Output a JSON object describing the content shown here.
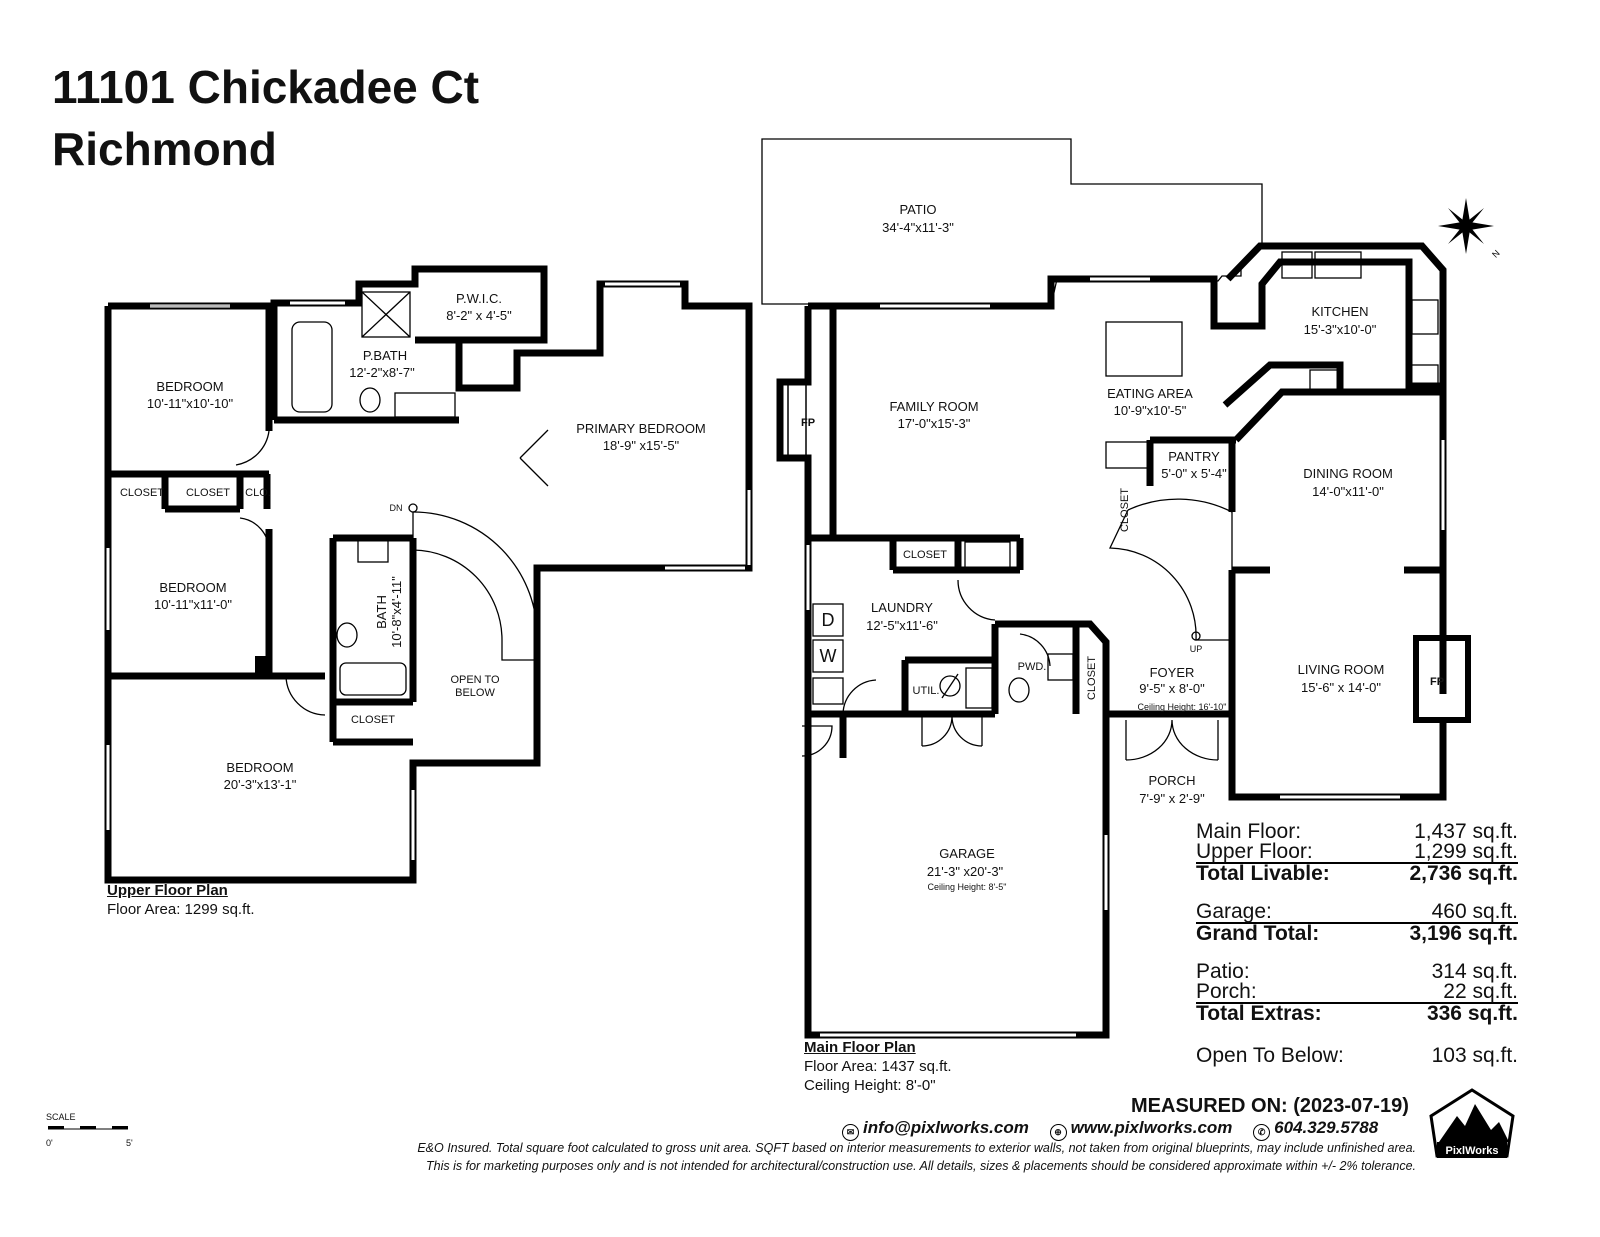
{
  "header": {
    "address": "11101 Chickadee Ct",
    "city": "Richmond"
  },
  "upper_floor": {
    "rooms": [
      {
        "name": "BEDROOM",
        "dims": "10'-11\"x10'-10\""
      },
      {
        "name": "BEDROOM",
        "dims": "10'-11\"x11'-0\""
      },
      {
        "name": "BEDROOM",
        "dims": "20'-3\"x13'-1\""
      },
      {
        "name": "P.W.I.C.",
        "dims": "8'-2\" x 4'-5\""
      },
      {
        "name": "P.BATH",
        "dims": "12'-2\"x8'-7\""
      },
      {
        "name": "PRIMARY BEDROOM",
        "dims": "18'-9\" x15'-5\""
      },
      {
        "name": "BATH",
        "dims": "10'-8\"x4'-11\""
      },
      {
        "name": "OPEN TO",
        "dims": "BELOW"
      }
    ],
    "closets": [
      "CLOSET",
      "CLOSET",
      "CLO.",
      "CLOSET"
    ],
    "stair_label": "DN",
    "caption_title": "Upper Floor Plan",
    "caption_area": "Floor Area: 1299 sq.ft."
  },
  "main_floor": {
    "rooms": [
      {
        "name": "PATIO",
        "dims": "34'-4\"x11'-3\""
      },
      {
        "name": "KITCHEN",
        "dims": "15'-3\"x10'-0\""
      },
      {
        "name": "FAMILY ROOM",
        "dims": "17'-0\"x15'-3\""
      },
      {
        "name": "EATING AREA",
        "dims": "10'-9\"x10'-5\""
      },
      {
        "name": "PANTRY",
        "dims": "5'-0\" x 5'-4\""
      },
      {
        "name": "DINING ROOM",
        "dims": "14'-0\"x11'-0\""
      },
      {
        "name": "LAUNDRY",
        "dims": "12'-5\"x11'-6\""
      },
      {
        "name": "FOYER",
        "dims": "9'-5\" x 8'-0\""
      },
      {
        "name": "LIVING ROOM",
        "dims": "15'-6\" x 14'-0\""
      },
      {
        "name": "PORCH",
        "dims": "7'-9\" x 2'-9\""
      },
      {
        "name": "GARAGE",
        "dims": "21'-3\" x20'-3\""
      }
    ],
    "foyer_ceiling": "Ceiling Height: 16'-10\"",
    "garage_ceiling": "Ceiling Height: 8'-5\"",
    "labels": {
      "fp": "FP",
      "closet": "CLOSET",
      "util": "UTIL.",
      "pwd": "PWD.",
      "up": "UP",
      "dryer": "D",
      "washer": "W"
    },
    "caption_title": "Main Floor Plan",
    "caption_area": "Floor Area: 1437 sq.ft.",
    "caption_ceiling": "Ceiling Height: 8'-0\""
  },
  "compass": {
    "label": "N"
  },
  "summary": {
    "main": {
      "label": "Main Floor:",
      "value": "1,437 sq.ft."
    },
    "upper": {
      "label": "Upper Floor:",
      "value": "1,299 sq.ft."
    },
    "livable": {
      "label": "Total Livable:",
      "value": "2,736 sq.ft."
    },
    "garage": {
      "label": "Garage:",
      "value": "460 sq.ft."
    },
    "grand": {
      "label": "Grand Total:",
      "value": "3,196 sq.ft."
    },
    "patio": {
      "label": "Patio:",
      "value": "314 sq.ft."
    },
    "porch": {
      "label": "Porch:",
      "value": "22 sq.ft."
    },
    "extras": {
      "label": "Total Extras:",
      "value": "336 sq.ft."
    },
    "otb": {
      "label": "Open To Below:",
      "value": "103 sq.ft."
    }
  },
  "footer": {
    "measured": "MEASURED ON: (2023-07-19)",
    "email": "info@pixlworks.com",
    "web": "www.pixlworks.com",
    "phone": "604.329.5788",
    "disclaimer1": "E&O Insured.  Total square foot calculated to gross unit area. SQFT based on interior measurements to exterior walls, not taken from original blueprints, may include unfinished area.",
    "disclaimer2": "This is for marketing purposes only and is not intended for architectural/construction use.  All details, sizes & placements should be considered approximate within +/- 2%  tolerance.",
    "scale_label": "SCALE",
    "scale_start": "0'",
    "scale_end": "5'",
    "logo_text": "PixlWorks"
  }
}
